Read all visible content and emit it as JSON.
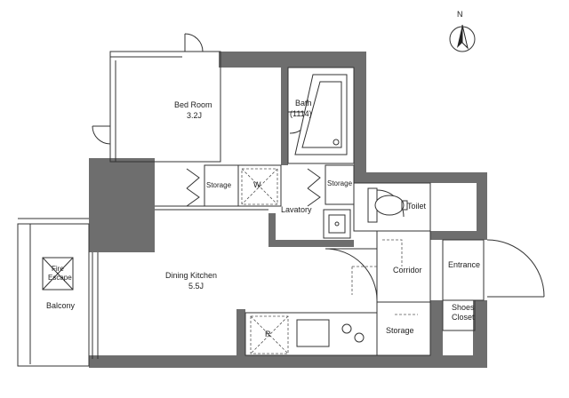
{
  "compass": {
    "letter": "N"
  },
  "rooms": {
    "bedroom": {
      "name": "Bed Room",
      "size": "3.2J"
    },
    "bath": {
      "name": "Bath",
      "size": "(1114)"
    },
    "storage_bed": "Storage",
    "washer": "W",
    "storage_lav": "Storage",
    "lavatory": "Lavatory",
    "toilet": "Toilet",
    "dining": {
      "name": "Dining Kitchen",
      "size": "5.5J"
    },
    "corridor": "Corridor",
    "entrance": "Entrance",
    "shoes": {
      "line1": "Shoes",
      "line2": "Closet"
    },
    "storage_bottom": "Storage",
    "fridge": "R",
    "balcony": "Balcony",
    "fire_escape": {
      "line1": "Fire",
      "line2": "Escape"
    }
  }
}
